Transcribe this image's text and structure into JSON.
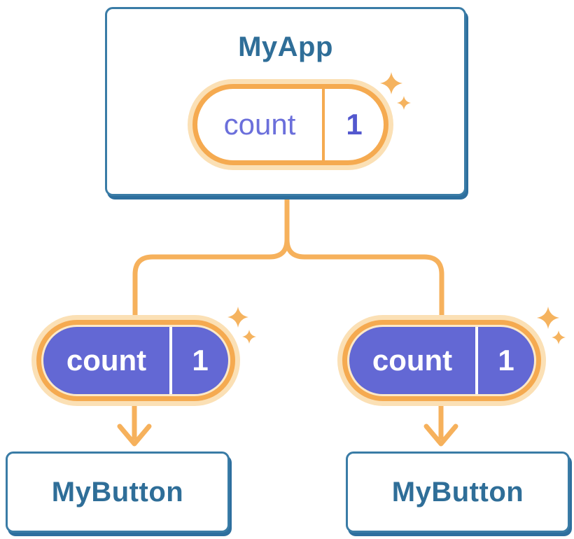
{
  "diagram_type": "react-component-tree-state-sharing",
  "root_component": {
    "title": "MyApp",
    "state_pill": {
      "label": "count",
      "value": "1"
    }
  },
  "children": [
    {
      "title": "MyButton",
      "prop_pill": {
        "label": "count",
        "value": "1"
      }
    },
    {
      "title": "MyButton",
      "prop_pill": {
        "label": "count",
        "value": "1"
      }
    }
  ],
  "icons": {
    "sparkle": "four-point-star",
    "arrow": "down-arrow-chevron"
  },
  "colors": {
    "background": "#FFFFFF",
    "card_border": "#3A7CA6",
    "card_shadow": "#2E6F9E",
    "heading_text": "#2F6E98",
    "pill_ring_orange": "#F5AA50",
    "pill_halo": "#FBE0B5",
    "pill_inner_cream": "#FCE9C8",
    "pill_fill_purple": "#6368D4",
    "state_label_purple": "#6B6FDB",
    "state_value_purple": "#5358CE",
    "connector_orange": "#F6B15C",
    "sparkle_orange": "#F5B35F",
    "pill_text_white": "#FFFFFF"
  }
}
